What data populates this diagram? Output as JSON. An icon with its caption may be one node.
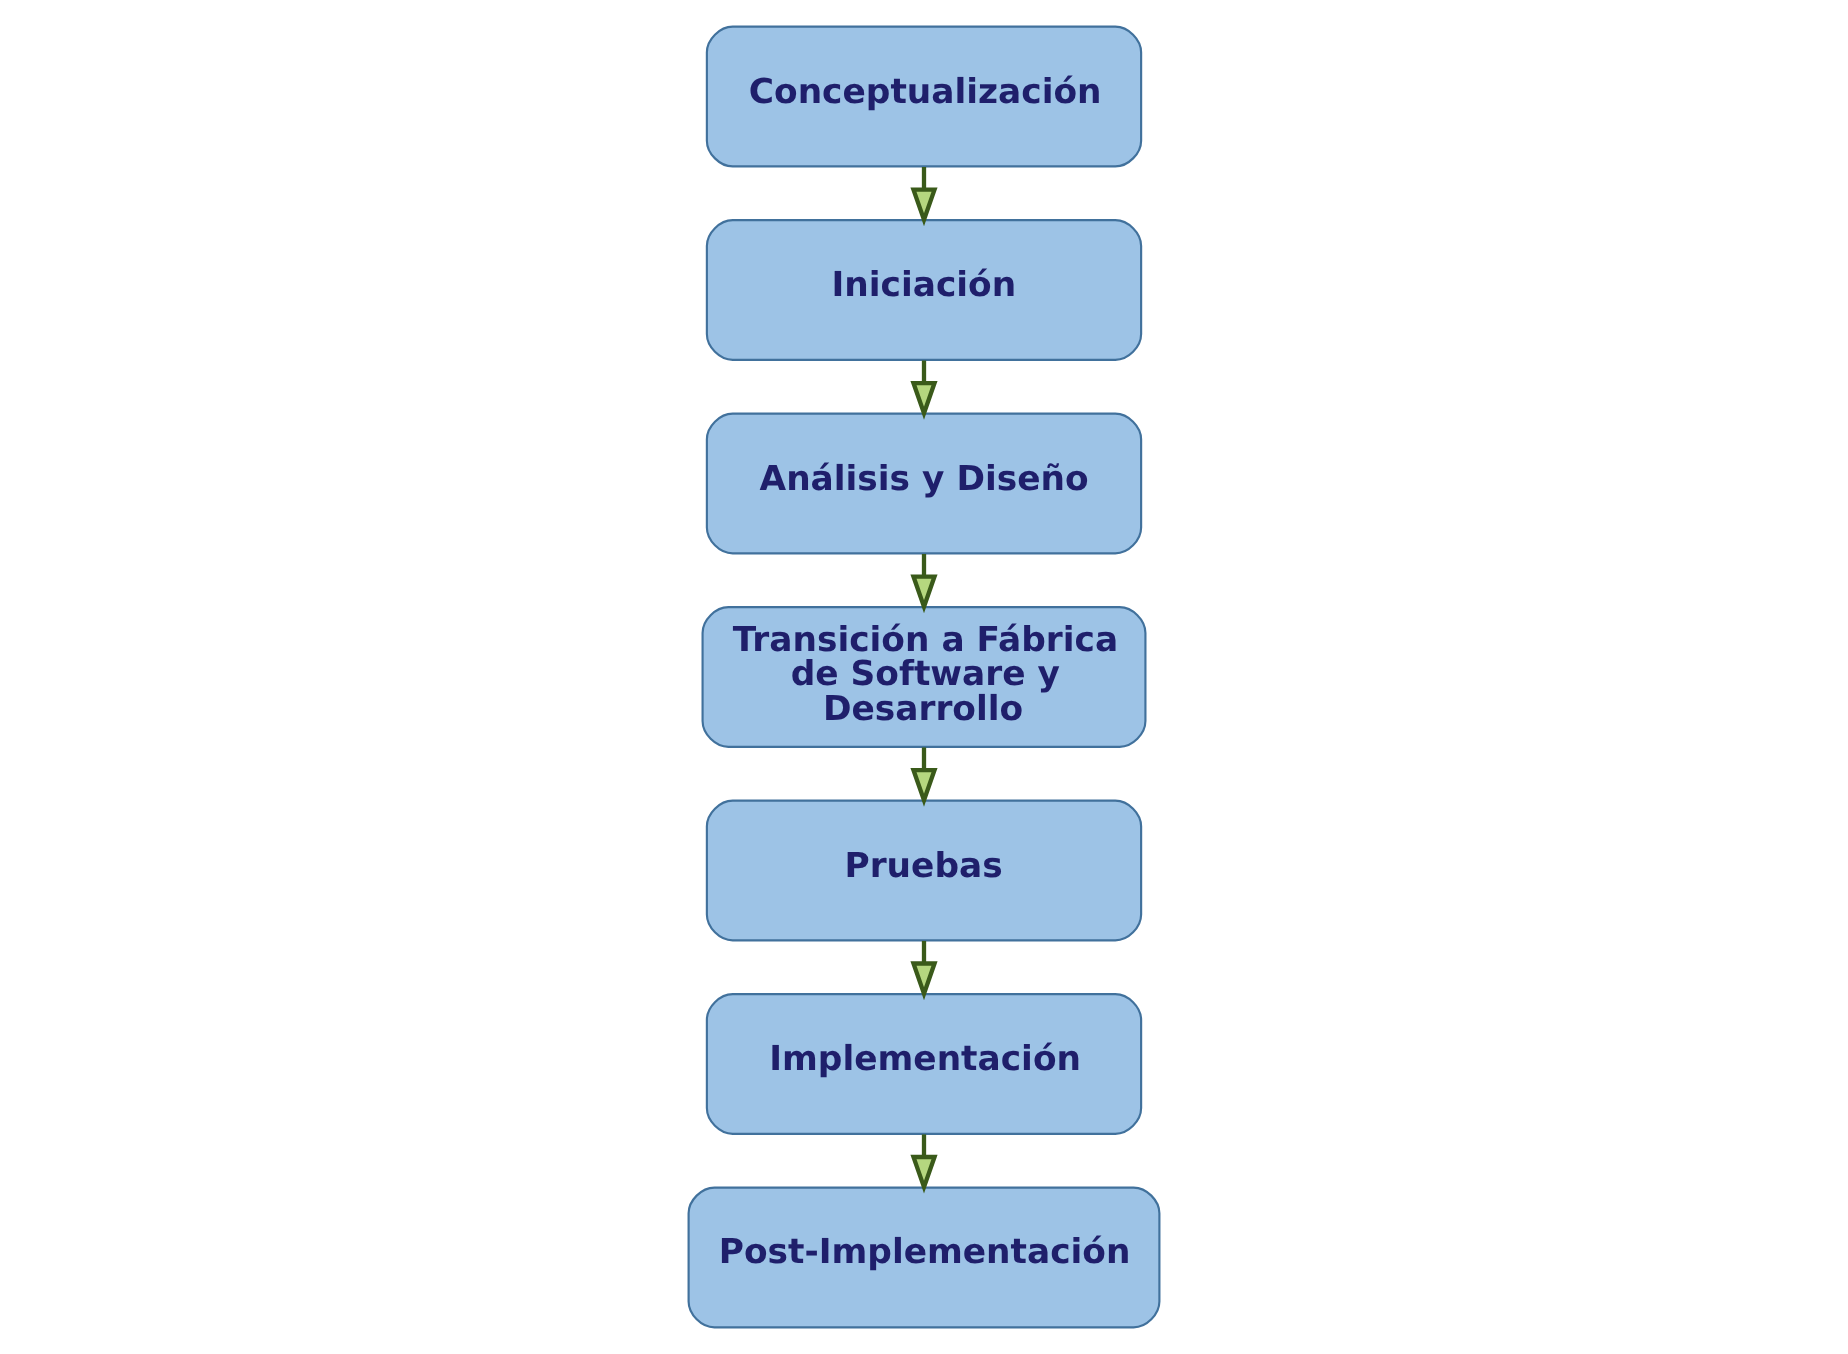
{
  "diagram": {
    "nodes": [
      {
        "text": [
          "Conceptualización"
        ]
      },
      {
        "text": [
          "Iniciación"
        ]
      },
      {
        "text": [
          "Análisis y Diseño"
        ]
      },
      {
        "text": [
          "Transición a Fábrica de Software y Desarrollo"
        ]
      },
      {
        "text": [
          "Pruebas"
        ]
      },
      {
        "text": [
          "Implementación"
        ]
      },
      {
        "text": [
          "Post-Implementación"
        ]
      }
    ],
    "edges": [
      {
        "from": 0,
        "to": 1,
        "arrow": "to"
      },
      {
        "from": 1,
        "to": 2,
        "arrow": "to"
      },
      {
        "from": 2,
        "to": 3,
        "arrow": "to"
      },
      {
        "from": 3,
        "to": 4,
        "arrow": "to"
      },
      {
        "from": 4,
        "to": 5,
        "arrow": "to"
      },
      {
        "from": 5,
        "to": 6,
        "arrow": "to"
      }
    ]
  }
}
